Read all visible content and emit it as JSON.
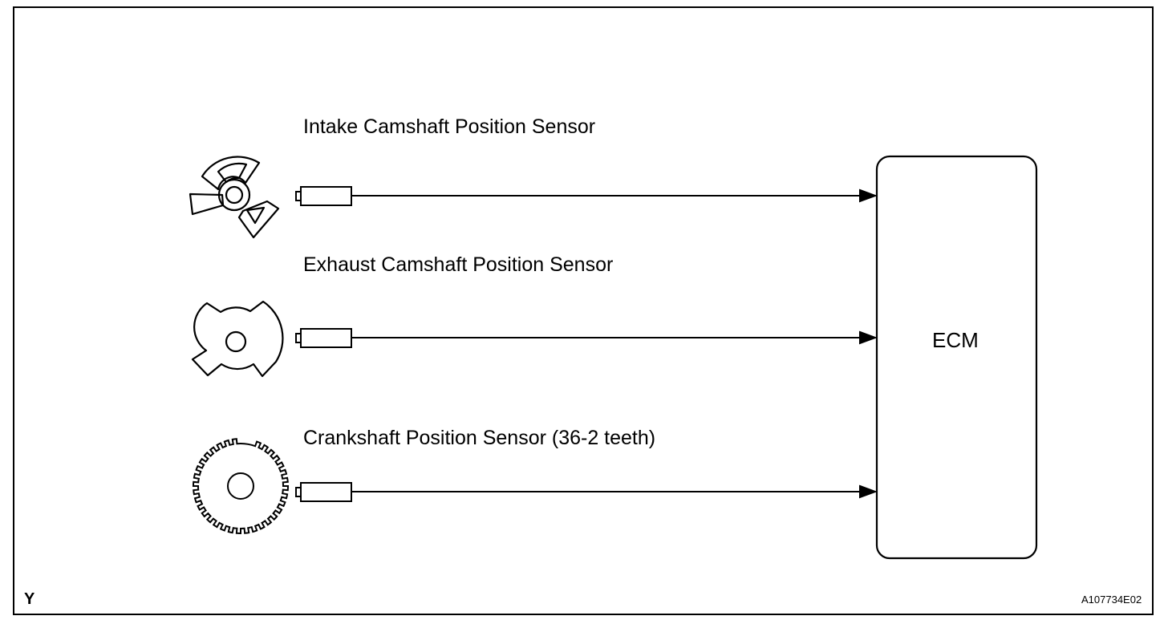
{
  "sensors": [
    {
      "id": "intake",
      "label": "Intake Camshaft Position Sensor",
      "icon": "intake-camshaft-rotor-icon"
    },
    {
      "id": "exhaust",
      "label": "Exhaust Camshaft Position Sensor",
      "icon": "exhaust-camshaft-rotor-icon"
    },
    {
      "id": "crank",
      "label": "Crankshaft Position Sensor (36-2 teeth)",
      "icon": "crankshaft-toothed-wheel-icon"
    }
  ],
  "ecm": {
    "label": "ECM"
  },
  "corner_mark": "Y",
  "figure_code": "A107734E02",
  "colors": {
    "stroke": "#000000",
    "background": "#ffffff"
  }
}
